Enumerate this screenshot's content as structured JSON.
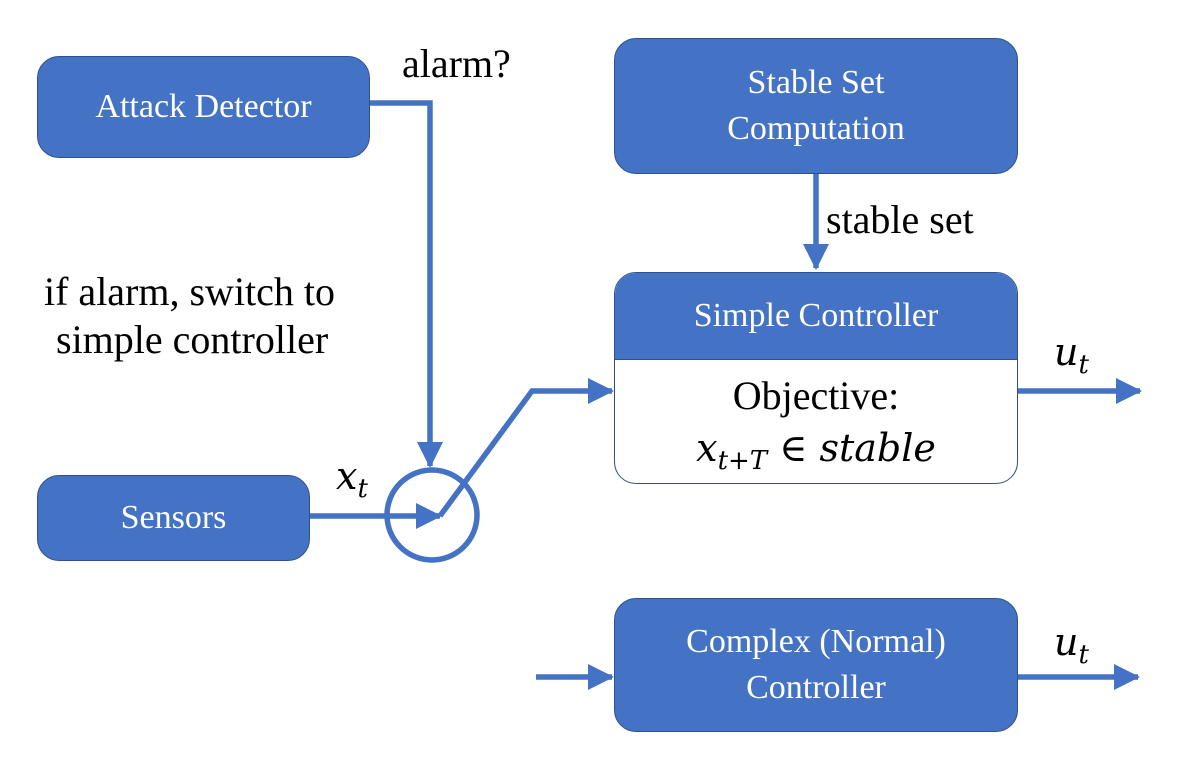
{
  "colors": {
    "box_fill": "#4472c4",
    "box_border": "#2f528f",
    "arrow": "#4472c4",
    "text": "#000000"
  },
  "boxes": {
    "attack_detector": {
      "lines": [
        "Attack Detector"
      ]
    },
    "sensors": {
      "lines": [
        "Sensors"
      ]
    },
    "stable_set": {
      "lines": [
        "Stable Set",
        "Computation"
      ]
    },
    "simple_controller": {
      "header": "Simple Controller",
      "objective_label": "Objective:",
      "objective_var": "x",
      "objective_sub": "t+T",
      "objective_rest": " ∈ stable"
    },
    "complex_controller": {
      "lines": [
        "Complex (Normal)",
        "Controller"
      ]
    }
  },
  "labels": {
    "alarm": "alarm?",
    "stable_set": "stable set",
    "switch_note": [
      "if alarm, switch to",
      "simple controller"
    ],
    "sensor_out_var": "x",
    "sensor_out_sub": "t",
    "simple_out_var": "u",
    "simple_out_sub": "t",
    "complex_out_var": "u",
    "complex_out_sub": "t"
  }
}
